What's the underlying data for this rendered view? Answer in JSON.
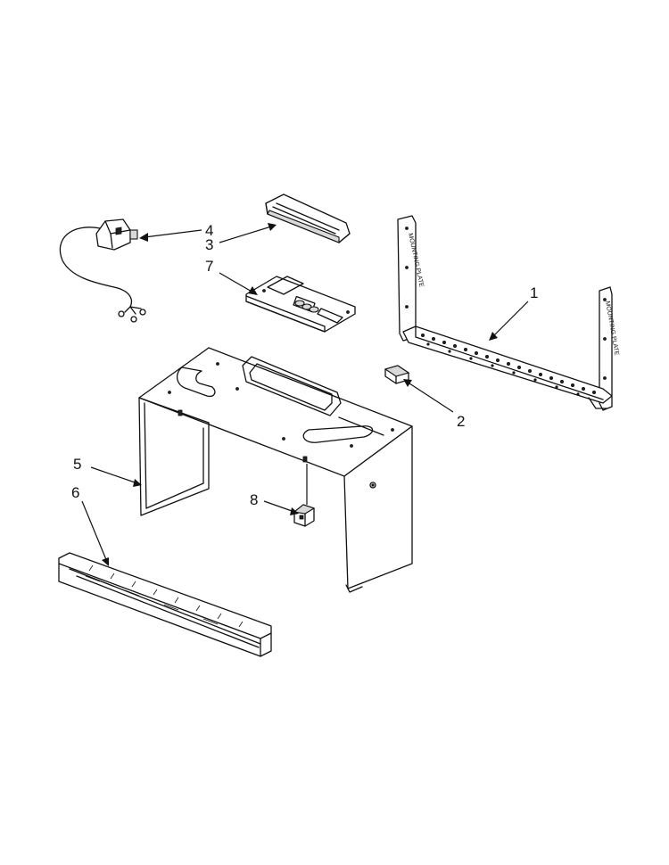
{
  "callouts": [
    {
      "id": "1",
      "label": "1"
    },
    {
      "id": "2",
      "label": "2"
    },
    {
      "id": "3",
      "label": "3"
    },
    {
      "id": "4",
      "label": "4"
    },
    {
      "id": "5",
      "label": "5"
    },
    {
      "id": "6",
      "label": "6"
    },
    {
      "id": "7",
      "label": "7"
    },
    {
      "id": "8",
      "label": "8"
    }
  ],
  "plate_stamp": "MOUNTING PLATE",
  "colors": {
    "line": "#111111",
    "background": "#ffffff",
    "shade": "#d9d9d9"
  }
}
